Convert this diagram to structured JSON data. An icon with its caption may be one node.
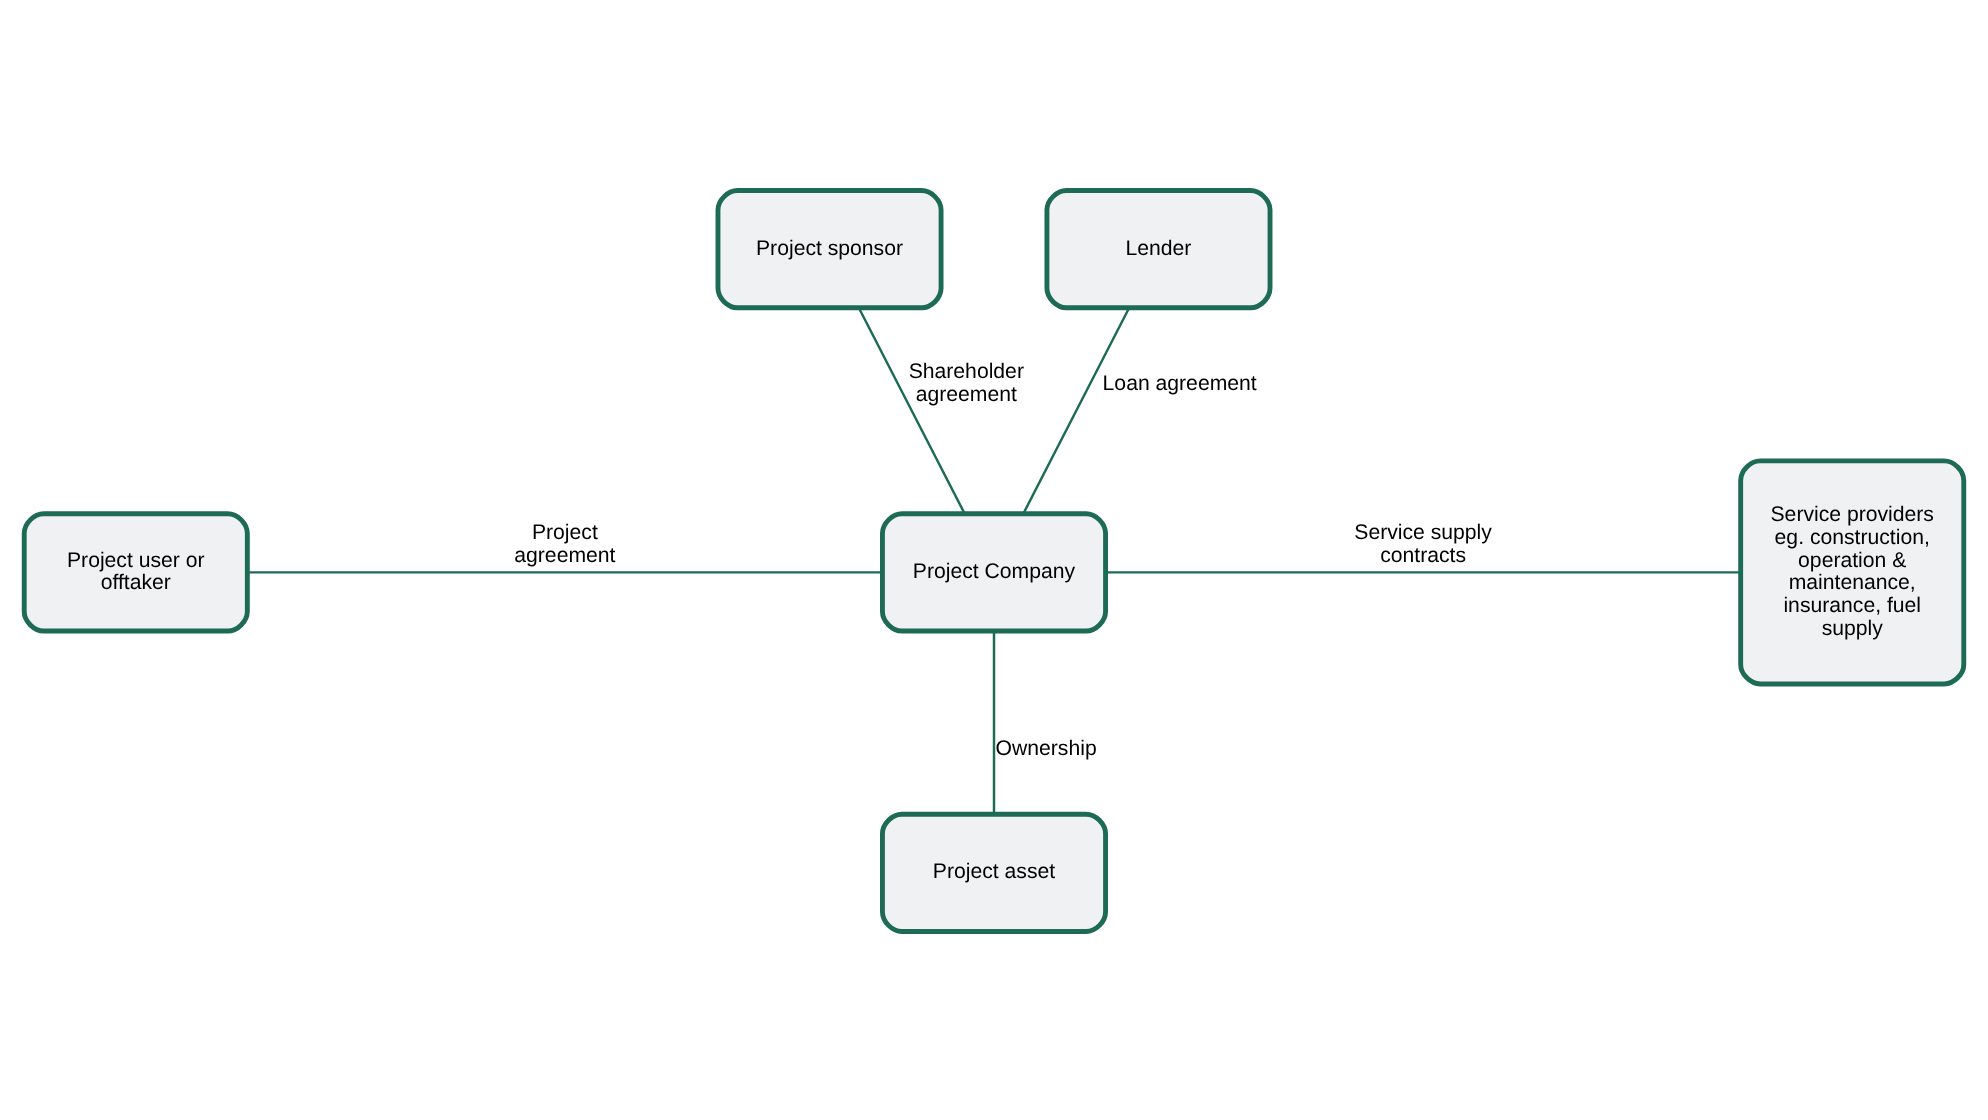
{
  "diagram": {
    "nodes": [
      {
        "text": [
          "Project sponsor"
        ]
      },
      {
        "text": [
          "Lender"
        ]
      },
      {
        "text": [
          "Project user or offtaker"
        ]
      },
      {
        "text": [
          "Project Company"
        ]
      },
      {
        "text": [
          "Service providers eg. construction, operation & maintenance, insurance, fuel supply"
        ]
      },
      {
        "text": [
          "Project asset"
        ]
      }
    ],
    "edges": [
      {
        "from": 0,
        "to": 3,
        "arrow": "none",
        "label": "Shareholder agreement"
      },
      {
        "from": 1,
        "to": 3,
        "arrow": "none",
        "label": "Loan agreement"
      },
      {
        "from": 2,
        "to": 3,
        "arrow": "none",
        "label": "Project agreement"
      },
      {
        "from": 3,
        "to": 4,
        "arrow": "none",
        "label": "Service supply contracts"
      },
      {
        "from": 3,
        "to": 5,
        "arrow": "none",
        "label": "Ownership"
      }
    ]
  }
}
